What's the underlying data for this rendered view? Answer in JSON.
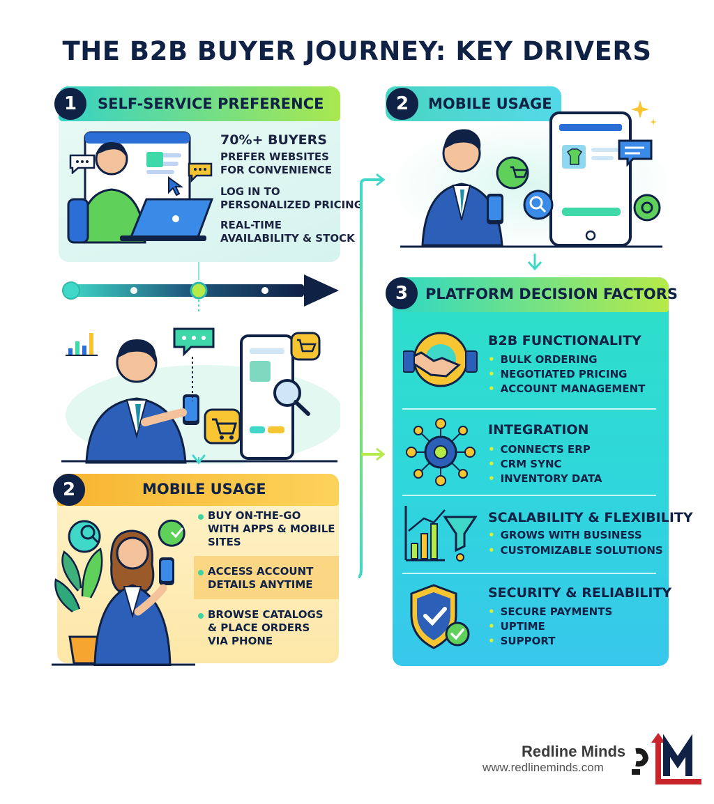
{
  "title": "THE B2B BUYER JOURNEY: KEY DRIVERS",
  "section1": {
    "number": "1",
    "header": "SELF-SERVICE PREFERENCE",
    "stat_line1": "70%+ BUYERS",
    "stat_line2": "PREFER WEBSITES",
    "stat_line3": "FOR CONVENIENCE",
    "point1_line1": "LOG IN TO",
    "point1_line2": "PERSONALIZED PRICING",
    "point2_line1": "REAL-TIME",
    "point2_line2": "AVAILABILITY & STOCK"
  },
  "section2_right": {
    "number": "2",
    "header": "MOBILE USAGE"
  },
  "section3": {
    "number": "3",
    "header": "PLATFORM DECISION FACTORS",
    "groups": [
      {
        "title": "B2B FUNCTIONALITY",
        "items": [
          "BULK ORDERING",
          "NEGOTIATED PRICING",
          "ACCOUNT MANAGEMENT"
        ]
      },
      {
        "title": "INTEGRATION",
        "items": [
          "CONNECTS ERP",
          "CRM SYNC",
          "INVENTORY DATA"
        ]
      },
      {
        "title": "SCALABILITY & FLEXIBILITY",
        "items": [
          "GROWS WITH BUSINESS",
          "CUSTOMIZABLE SOLUTIONS"
        ]
      },
      {
        "title": "SECURITY & RELIABILITY",
        "items": [
          "SECURE PAYMENTS",
          "UPTIME",
          "SUPPORT"
        ]
      }
    ]
  },
  "section2_left": {
    "number": "2",
    "header": "MOBILE USAGE",
    "b1_l1": "BUY ON-THE-GO",
    "b1_l2": "WITH APPS & MOBILE",
    "b1_l3": "SITES",
    "b2_l1": "ACCESS ACCOUNT",
    "b2_l2": "DETAILS ANYTIME",
    "b3_l1": "BROWSE CATALOGS",
    "b3_l2": "& PLACE ORDERS",
    "b3_l3": "VIA PHONE"
  },
  "brand": {
    "name": "Redline Minds",
    "url": "www.redlineminds.com",
    "logo_text": "RLM"
  },
  "colors": {
    "navy": "#0f2145",
    "teal": "#2fd8c5",
    "lime": "#b6ea48",
    "amber": "#f7b531",
    "logo_red": "#c8242b"
  },
  "icons": [
    "chat-bubble-icon",
    "cursor-icon",
    "laptop-icon",
    "cart-icon",
    "magnifier-icon",
    "gear-icon",
    "handshake-gear-icon",
    "network-gear-icon",
    "chart-funnel-icon",
    "shield-check-icon",
    "plant-icon",
    "sparkle-icon",
    "arrow-icon"
  ]
}
